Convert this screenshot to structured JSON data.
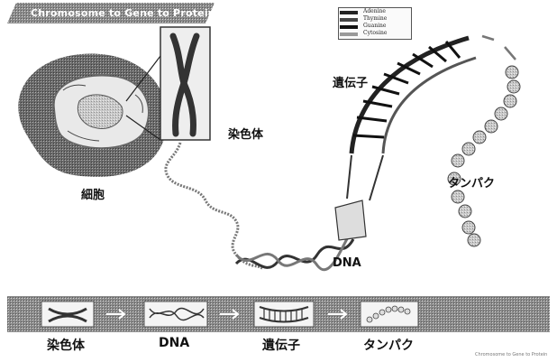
{
  "banner": {
    "title": "Chromosome to Gene to Protein"
  },
  "legend": {
    "items": [
      "Adenine",
      "Thymine",
      "Guanine",
      "Cytosine"
    ]
  },
  "labels": {
    "cell": "細胞",
    "chromosome": "染色体",
    "dna": "DNA",
    "gene": "遺伝子",
    "protein": "タンパク"
  },
  "flow": {
    "steps": [
      {
        "label": "染色体",
        "icon": "chromosome-icon"
      },
      {
        "label": "DNA",
        "icon": "dna-helix-icon"
      },
      {
        "label": "遺伝子",
        "icon": "gene-segment-icon"
      },
      {
        "label": "タンパク",
        "icon": "protein-chain-icon"
      }
    ]
  },
  "credit": "Chromosome to Gene to Protein"
}
